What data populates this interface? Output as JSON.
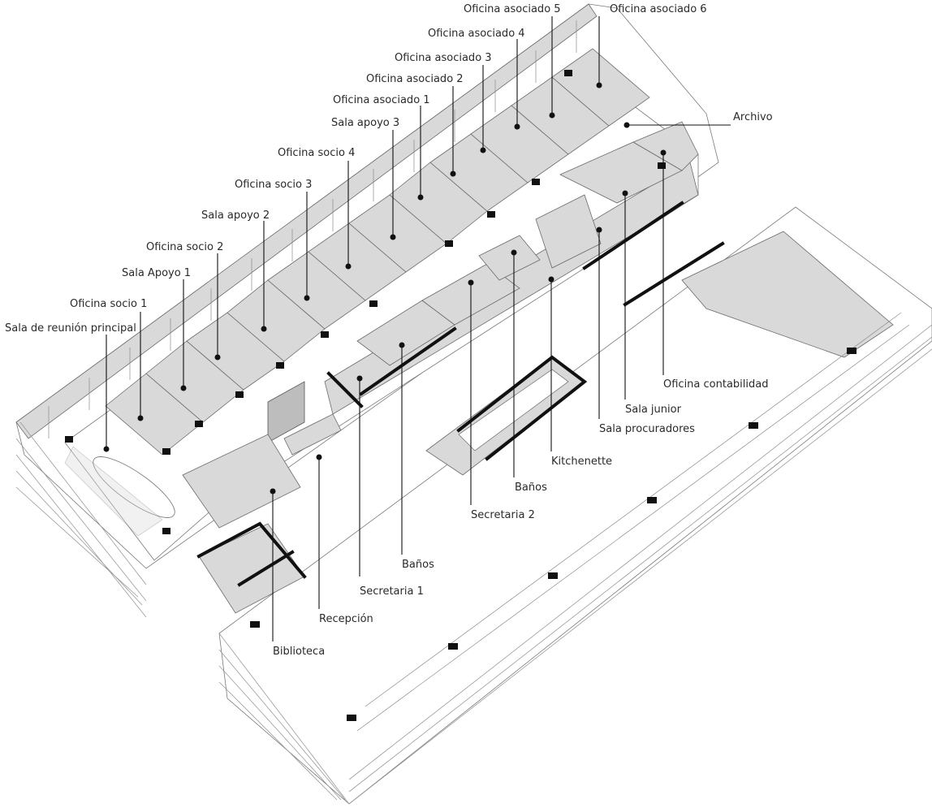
{
  "labels": [
    {
      "id": "oficina-asociado-5",
      "text": "Oficina asociado 5"
    },
    {
      "id": "oficina-asociado-6",
      "text": "Oficina asociado 6"
    },
    {
      "id": "oficina-asociado-4",
      "text": "Oficina asociado 4"
    },
    {
      "id": "oficina-asociado-3",
      "text": "Oficina asociado 3"
    },
    {
      "id": "oficina-asociado-2",
      "text": "Oficina asociado 2"
    },
    {
      "id": "oficina-asociado-1",
      "text": "Oficina asociado 1"
    },
    {
      "id": "sala-apoyo-3",
      "text": "Sala apoyo 3"
    },
    {
      "id": "oficina-socio-4",
      "text": "Oficina socio 4"
    },
    {
      "id": "oficina-socio-3",
      "text": "Oficina socio 3"
    },
    {
      "id": "sala-apoyo-2",
      "text": "Sala apoyo 2"
    },
    {
      "id": "oficina-socio-2",
      "text": "Oficina socio 2"
    },
    {
      "id": "sala-apoyo-1",
      "text": "Sala Apoyo 1"
    },
    {
      "id": "oficina-socio-1",
      "text": "Oficina socio 1"
    },
    {
      "id": "sala-reunion-principal",
      "text": "Sala de reunión principal"
    },
    {
      "id": "archivo",
      "text": "Archivo"
    },
    {
      "id": "oficina-contabilidad",
      "text": "Oficina contabilidad"
    },
    {
      "id": "sala-junior",
      "text": "Sala junior"
    },
    {
      "id": "sala-procuradores",
      "text": "Sala procuradores"
    },
    {
      "id": "kitchenette",
      "text": "Kitchenette"
    },
    {
      "id": "banos-2",
      "text": "Baños"
    },
    {
      "id": "secretaria-2",
      "text": "Secretaria 2"
    },
    {
      "id": "banos-1",
      "text": "Baños"
    },
    {
      "id": "secretaria-1",
      "text": "Secretaria 1"
    },
    {
      "id": "recepcion",
      "text": "Recepción"
    },
    {
      "id": "biblioteca",
      "text": "Biblioteca"
    }
  ],
  "colors": {
    "ink": "#111111",
    "text": "#2a2a2a",
    "wall": "#d9d9d9",
    "floor": "#ffffff"
  }
}
